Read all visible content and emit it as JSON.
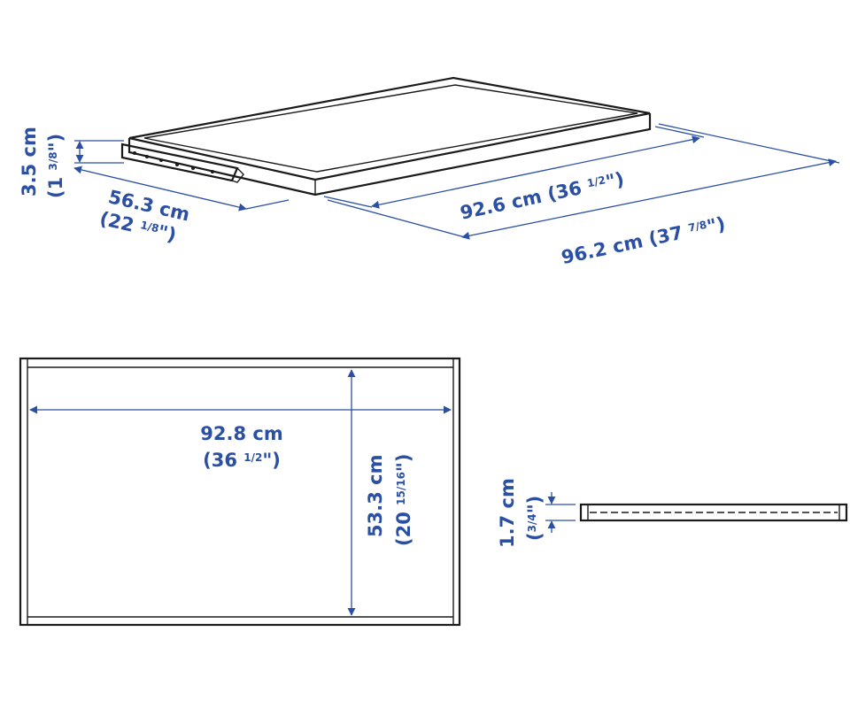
{
  "colors": {
    "dimension": "#2a4fa3",
    "outline": "#1a1a1a",
    "background": "#ffffff"
  },
  "views": {
    "perspective": {
      "height": {
        "metric": "3.5 cm",
        "imperial_whole": "(1 ",
        "imperial_frac": "3/8",
        "imperial_close": "\")"
      },
      "depth": {
        "metric": "56.3 cm",
        "imperial_whole": "(22 ",
        "imperial_frac": "1/8",
        "imperial_close": "\")"
      },
      "inner_width": {
        "metric": "92.6 cm",
        "imperial_whole": "(36 ",
        "imperial_frac": "1/2",
        "imperial_close": "\")"
      },
      "outer_width": {
        "metric": "96.2 cm",
        "imperial_whole": "(37 ",
        "imperial_frac": "7/8",
        "imperial_close": "\")"
      }
    },
    "top": {
      "width": {
        "metric": "92.8 cm",
        "imperial_whole": "(36 ",
        "imperial_frac": "1/2",
        "imperial_close": "\")"
      },
      "depth": {
        "metric": "53.3 cm",
        "imperial_whole": "(20 ",
        "imperial_frac": "15/16",
        "imperial_close": "\")"
      }
    },
    "side": {
      "thickness": {
        "metric": "1.7 cm",
        "imperial_open": "(",
        "imperial_frac": "3/4",
        "imperial_close": "\")"
      }
    }
  }
}
